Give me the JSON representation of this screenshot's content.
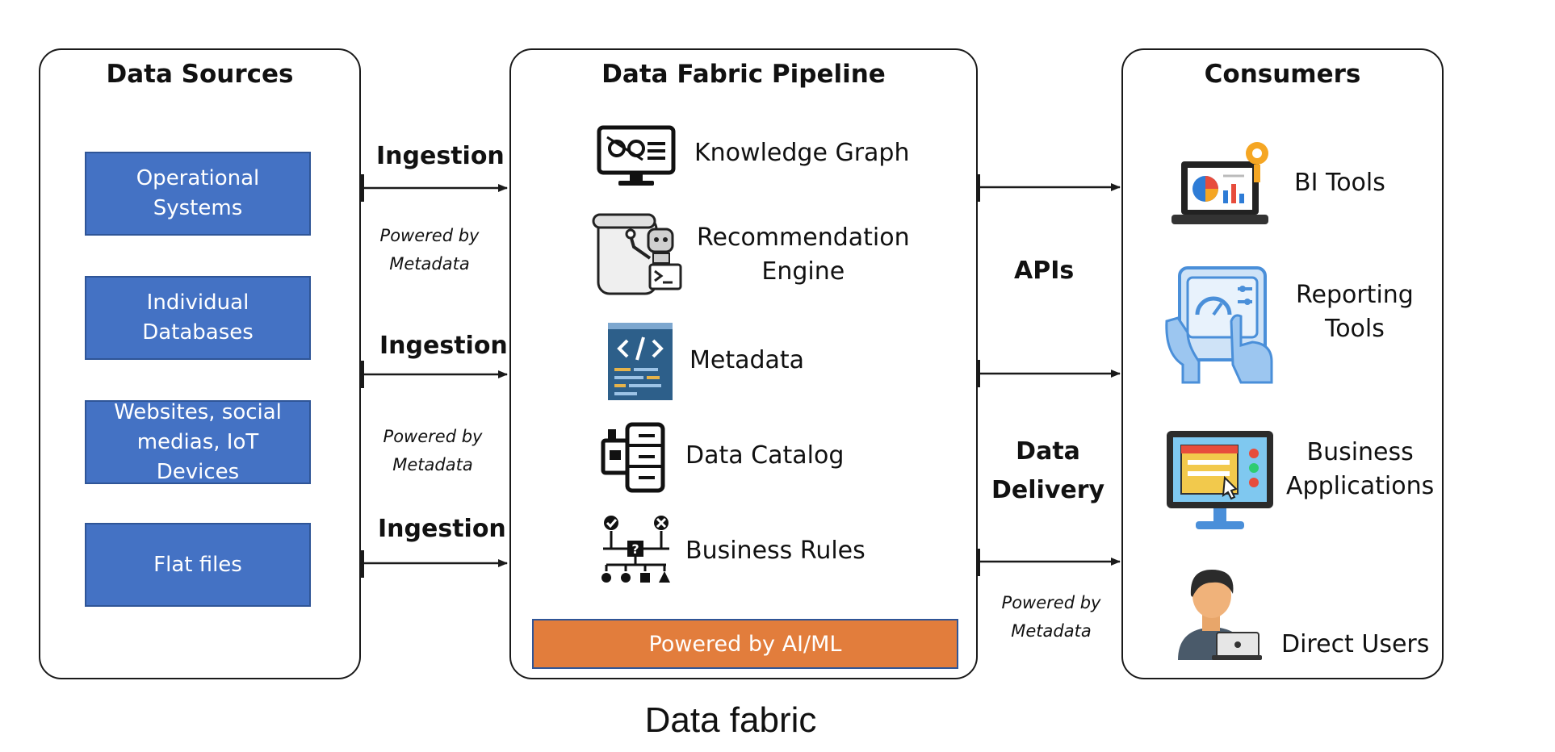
{
  "sources": {
    "title": "Data Sources",
    "items": [
      {
        "line1": "Operational",
        "line2": "Systems"
      },
      {
        "line1": "Individual",
        "line2": "Databases"
      },
      {
        "line1": "Websites, social",
        "line2": "medias, IoT",
        "line3": "Devices"
      },
      {
        "line1": "Flat files"
      }
    ]
  },
  "ingestion": [
    {
      "label": "Ingestion",
      "note1": "Powered by",
      "note2": "Metadata"
    },
    {
      "label": "Ingestion",
      "note1": "Powered by",
      "note2": "Metadata"
    },
    {
      "label": "Ingestion"
    }
  ],
  "pipeline": {
    "title": "Data Fabric Pipeline",
    "items": [
      {
        "line1": "Knowledge Graph",
        "icon": "knowledge-graph-icon"
      },
      {
        "line1": "Recommendation",
        "line2": "Engine",
        "icon": "robot-icon"
      },
      {
        "line1": "Metadata",
        "icon": "code-document-icon"
      },
      {
        "line1": "Data Catalog",
        "icon": "data-catalog-icon"
      },
      {
        "line1": "Business Rules",
        "icon": "decision-tree-icon"
      }
    ],
    "footer": "Powered by AI/ML"
  },
  "delivery": {
    "apis": "APIs",
    "data_delivery_1": "Data",
    "data_delivery_2": "Delivery",
    "note1": "Powered by",
    "note2": "Metadata"
  },
  "consumers": {
    "title": "Consumers",
    "items": [
      {
        "line1": "BI Tools",
        "icon": "laptop-chart-icon"
      },
      {
        "line1": "Reporting",
        "line2": "Tools",
        "icon": "touch-dashboard-icon"
      },
      {
        "line1": "Business",
        "line2": "Applications",
        "icon": "monitor-app-icon"
      },
      {
        "line1": "Direct Users",
        "icon": "user-laptop-icon"
      }
    ]
  },
  "caption": "Data fabric",
  "colors": {
    "source_box": "#4472c4",
    "ai_bar": "#e27d3c",
    "icon_blue": "#2e7cd6",
    "border": "#1a1a1a"
  }
}
